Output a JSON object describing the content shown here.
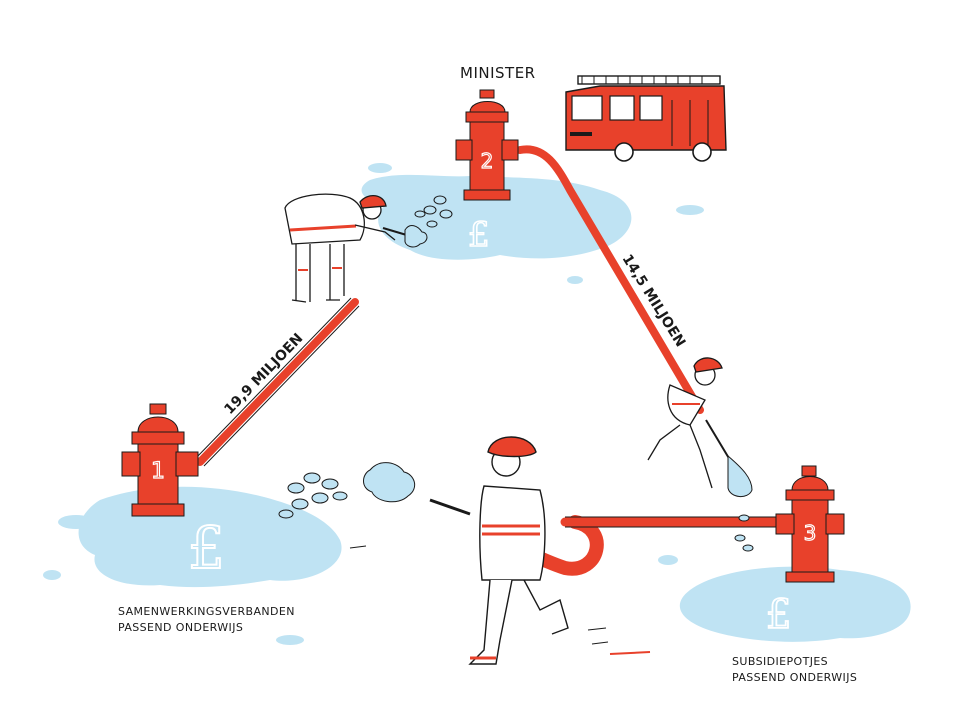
{
  "labels": {
    "minister": "MINISTER",
    "amount_left": "19,9 MILJOEN",
    "amount_right": "14,5 MILJOEN",
    "caption_left_line1": "SAMENWERKINGSVERBANDEN",
    "caption_left_line2": "PASSEND ONDERWIJS",
    "caption_right_line1": "SUBSIDIEPOTJES",
    "caption_right_line2": "PASSEND ONDERWIJS"
  },
  "hydrants": [
    {
      "number": "1"
    },
    {
      "number": "2"
    },
    {
      "number": "3"
    }
  ],
  "currency_symbol": "£",
  "colors": {
    "red": "#e8412b",
    "water": "#bfe3f3",
    "ink": "#1a1a1a"
  }
}
